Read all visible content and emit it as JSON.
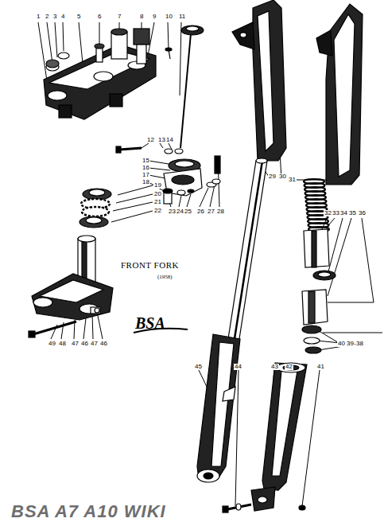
{
  "diagram": {
    "title": "FRONT FORK",
    "labels": [
      "1",
      "2",
      "3",
      "4",
      "5",
      "6",
      "7",
      "8",
      "9",
      "10",
      "11",
      "12",
      "13",
      "14",
      "15",
      "16",
      "17",
      "18",
      "19",
      "20",
      "21",
      "22",
      "23",
      "24",
      "25",
      "26",
      "27",
      "28",
      "29",
      "30",
      "31",
      "32",
      "33",
      "34",
      "35",
      "36",
      "(1958)",
      "BSA",
      "49",
      "48",
      "47",
      "46",
      "47",
      "46",
      "40",
      "39",
      "38",
      "45",
      "44",
      "43",
      "42",
      "41",
      "BSA A7 A10 WIKI"
    ]
  }
}
